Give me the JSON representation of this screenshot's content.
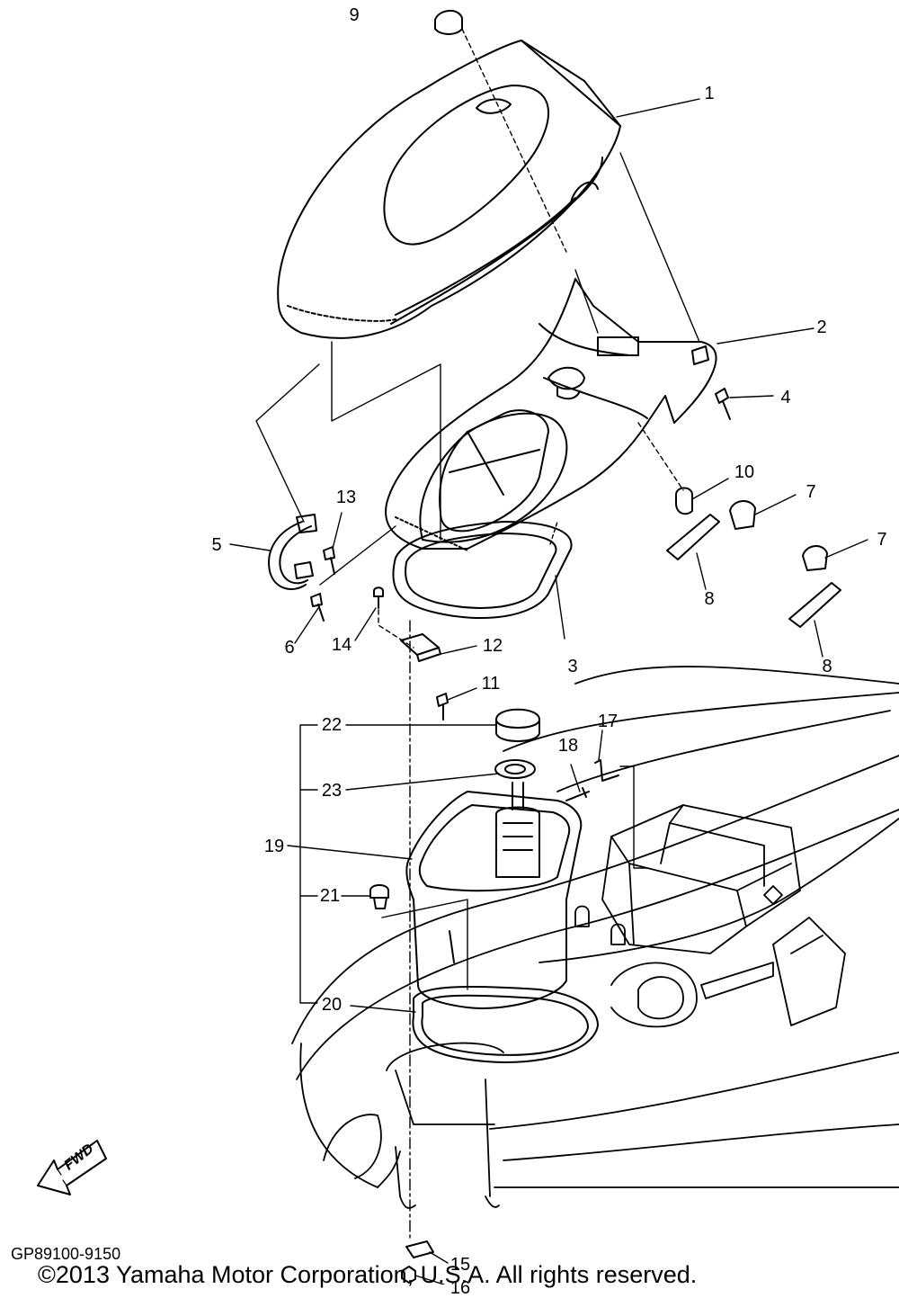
{
  "diagram": {
    "code": "GP89100-9150",
    "copyright": "©2013 Yamaha Motor Corporation, U.S.A. All rights reserved.",
    "fwd_label": "FWD",
    "callouts": [
      "1",
      "2",
      "3",
      "4",
      "5",
      "6",
      "7",
      "7",
      "8",
      "8",
      "9",
      "10",
      "11",
      "12",
      "13",
      "14",
      "15",
      "16",
      "17",
      "18",
      "19",
      "20",
      "21",
      "22",
      "23"
    ]
  }
}
